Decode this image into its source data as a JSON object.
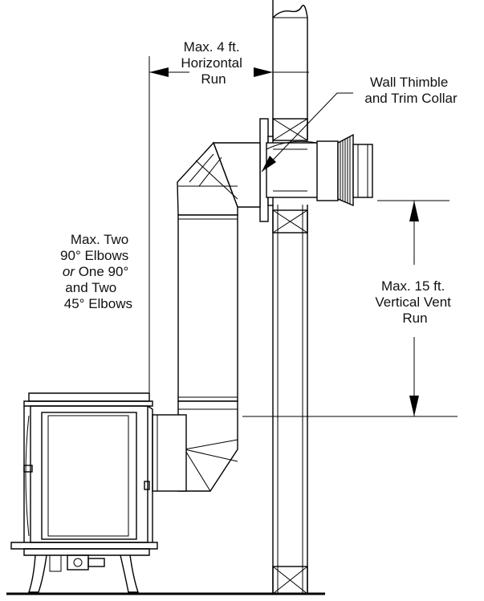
{
  "diagram": {
    "labels": {
      "horizontal_run": [
        "Max. 4 ft.",
        "Horizontal",
        "Run"
      ],
      "wall_thimble": [
        "Wall Thimble",
        "and Trim Collar"
      ],
      "elbows": [
        "Max. Two",
        "90° Elbows",
        "or",
        " One 90°",
        "and Two",
        "45° Elbows"
      ],
      "vertical_run": [
        "Max. 15 ft.",
        "Vertical Vent",
        "Run"
      ]
    },
    "components": {
      "stove": "stove-icon",
      "wall": "wall-section",
      "thimble": "wall-thimble-icon",
      "vent_cap": "vent-cap-icon",
      "vent_pipe": "vent-pipe"
    }
  }
}
